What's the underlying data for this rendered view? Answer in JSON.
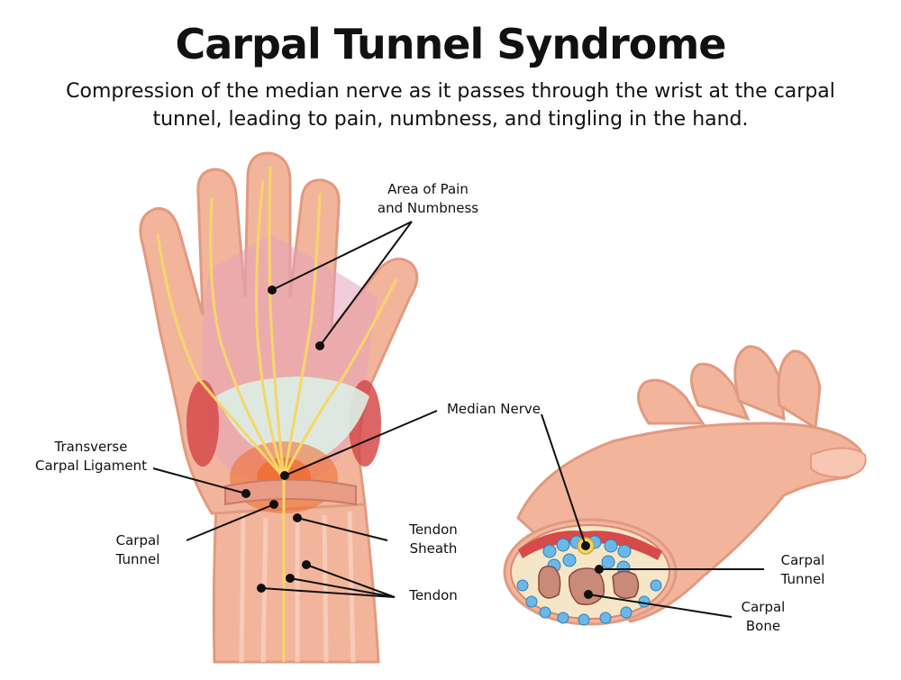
{
  "title": "Carpal Tunnel Syndrome",
  "subtitle_lines": [
    "Compression of the median nerve as it passes through the wrist at the carpal",
    "tunnel, leading to pain, numbness, and tingling in the hand."
  ],
  "labels": {
    "area_pain": [
      "Area of Pain",
      "and Numbness"
    ],
    "median_nerve": [
      "Median Nerve"
    ],
    "transverse_ligament": [
      "Transverse",
      "Carpal Ligament"
    ],
    "carpal_tunnel_left": [
      "Carpal",
      "Tunnel"
    ],
    "tendon_sheath": [
      "Tendon",
      "Sheath"
    ],
    "tendon": [
      "Tendon"
    ],
    "carpal_tunnel_right": [
      "Carpal",
      "Tunnel"
    ],
    "carpal_bone": [
      "Carpal",
      "Bone"
    ]
  },
  "colors": {
    "skin": "#f2b59c",
    "skin_shadow": "#e49a80",
    "palm_overlay": "#e5a2bc",
    "nerve": "#f6d56a",
    "inflammation": "#f06a2a",
    "muscle": "#d64a4a",
    "ligament": "#dcefe6",
    "tendon_blue": "#6ab8e8",
    "bone": "#c98a7a"
  }
}
